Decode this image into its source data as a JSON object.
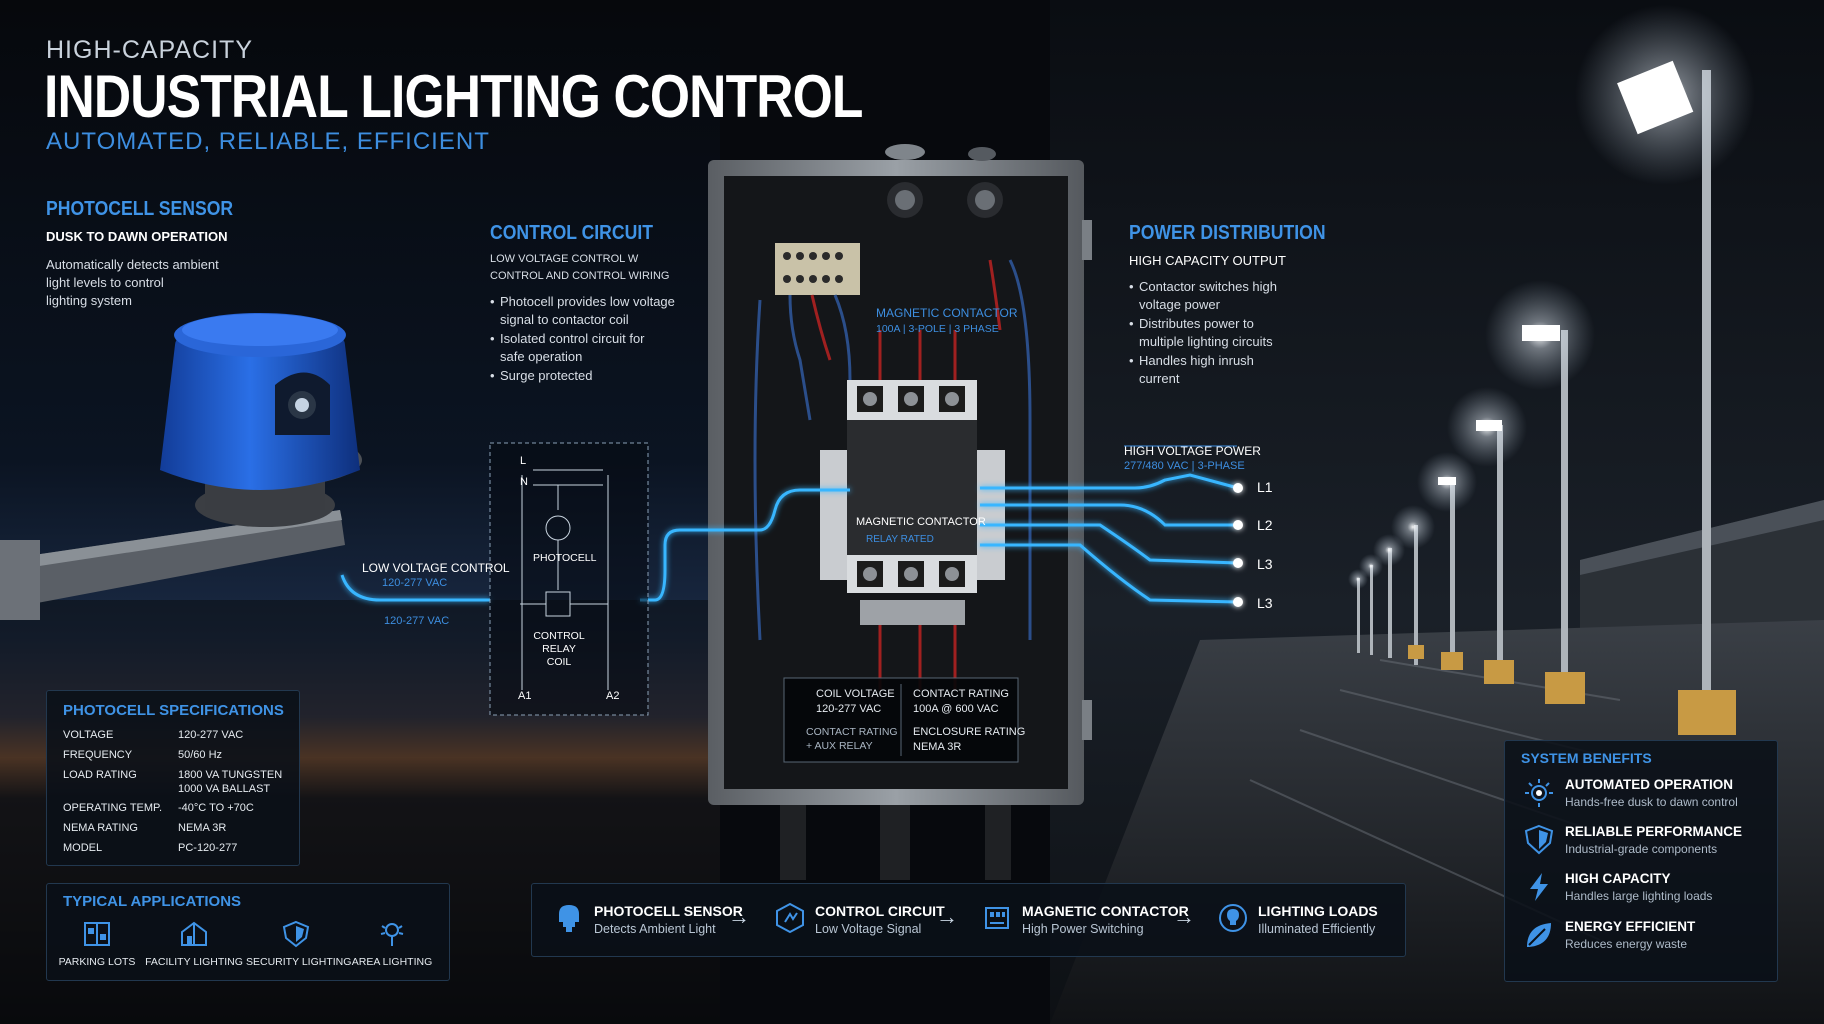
{
  "header": {
    "kicker": "HIGH-CAPACITY",
    "title": "INDUSTRIAL LIGHTING CONTROL",
    "subtitle": "AUTOMATED, RELIABLE, EFFICIENT"
  },
  "photocell_sensor": {
    "title": "PHOTOCELL SENSOR",
    "subtitle": "DUSK TO DAWN OPERATION",
    "lines": [
      "Automatically detects ambient",
      "light levels to control",
      "lighting system"
    ]
  },
  "control_circuit": {
    "title": "CONTROL CIRCUIT",
    "subtitle_lines": [
      "LOW VOLTAGE CONTROL W",
      "CONTROL AND CONTROL WIRING"
    ],
    "bullets": [
      [
        "Photocell provides low voltage",
        "signal to contactor coil"
      ],
      [
        "Isolated control circuit for",
        "safe operation"
      ],
      [
        "Surge protected"
      ]
    ]
  },
  "power_distribution": {
    "title": "POWER DISTRIBUTION",
    "subtitle": "HIGH CAPACITY OUTPUT",
    "bullets": [
      [
        "Contactor switches high",
        "voltage power"
      ],
      [
        "Distributes power to",
        "multiple lighting circuits"
      ],
      [
        "Handles high inrush",
        "current"
      ]
    ]
  },
  "diagram": {
    "lv_label": "LOW VOLTAGE CONTROL",
    "lv_value": "120-277 VAC",
    "lv_value_2": "120-277 VAC",
    "schematic": {
      "l": "L",
      "n": "N",
      "photocell": "PHOTOCELL",
      "relay": [
        "CONTROL",
        "RELAY",
        "COIL"
      ],
      "a1": "A1",
      "a2": "A2"
    },
    "contactor_top_label": "MAGNETIC CONTACTOR",
    "contactor_top_sub": "100A | 3-POLE | 3 PHASE",
    "contactor_center": "MAGNETIC CONTACTOR",
    "contactor_center_sub": "RELAY RATED",
    "hv_label": "HIGH VOLTAGE POWER",
    "hv_value": "277/480 VAC | 3-PHASE",
    "lines": [
      "L1",
      "L2",
      "L3",
      "L3"
    ],
    "ratings": {
      "coil_label": "COIL VOLTAGE",
      "coil_value": "120-277 VAC",
      "contact_label": "CONTACT RATING",
      "contact_value": "100A @ 600 VAC",
      "aux_label": "CONTACT RATING",
      "aux_value": "+ AUX RELAY",
      "enclosure_label": "ENCLOSURE RATING",
      "enclosure_value": "NEMA 3R"
    }
  },
  "specs": {
    "title": "PHOTOCELL SPECIFICATIONS",
    "rows": [
      {
        "label": "VOLTAGE",
        "value": "120-277 VAC"
      },
      {
        "label": "FREQUENCY",
        "value": "50/60 Hz"
      },
      {
        "label": "LOAD RATING",
        "value": "1800 VA TUNGSTEN",
        "value2": "1000 VA BALLAST"
      },
      {
        "label": "OPERATING TEMP.",
        "value": "-40°C TO +70C"
      },
      {
        "label": "NEMA RATING",
        "value": "NEMA 3R"
      },
      {
        "label": "MODEL",
        "value": "PC-120-277"
      }
    ]
  },
  "applications": {
    "title": "TYPICAL APPLICATIONS",
    "items": [
      {
        "label": "PARKING LOTS",
        "icon": "parking-lot-icon"
      },
      {
        "label": "FACILITY LIGHTING",
        "icon": "facility-icon"
      },
      {
        "label": "SECURITY LIGHTING",
        "icon": "shield-icon"
      },
      {
        "label": "AREA LIGHTING",
        "icon": "area-light-icon"
      }
    ]
  },
  "flow": [
    {
      "title": "PHOTOCELL SENSOR",
      "sub": "Detects Ambient Light",
      "icon": "photocell-icon"
    },
    {
      "title": "CONTROL CIRCUIT",
      "sub": "Low Voltage Signal",
      "icon": "circuit-icon"
    },
    {
      "title": "MAGNETIC CONTACTOR",
      "sub": "High Power Switching",
      "icon": "contactor-icon"
    },
    {
      "title": "LIGHTING LOADS",
      "sub": "Illuminated Efficiently",
      "icon": "bulb-icon"
    }
  ],
  "benefits": {
    "title": "SYSTEM BENEFITS",
    "items": [
      {
        "title": "AUTOMATED OPERATION",
        "sub": "Hands-free dusk to dawn control",
        "icon": "sun-icon"
      },
      {
        "title": "RELIABLE PERFORMANCE",
        "sub": "Industrial-grade components",
        "icon": "shield-check-icon"
      },
      {
        "title": "HIGH CAPACITY",
        "sub": "Handles large lighting loads",
        "icon": "lightning-icon"
      },
      {
        "title": "ENERGY EFFICIENT",
        "sub": "Reduces energy waste",
        "icon": "leaf-icon"
      }
    ]
  },
  "colors": {
    "accent": "#3f93e6",
    "glow": "#39b6ff",
    "photocell_blue": "#1f5fd0",
    "background": "#07090d"
  }
}
